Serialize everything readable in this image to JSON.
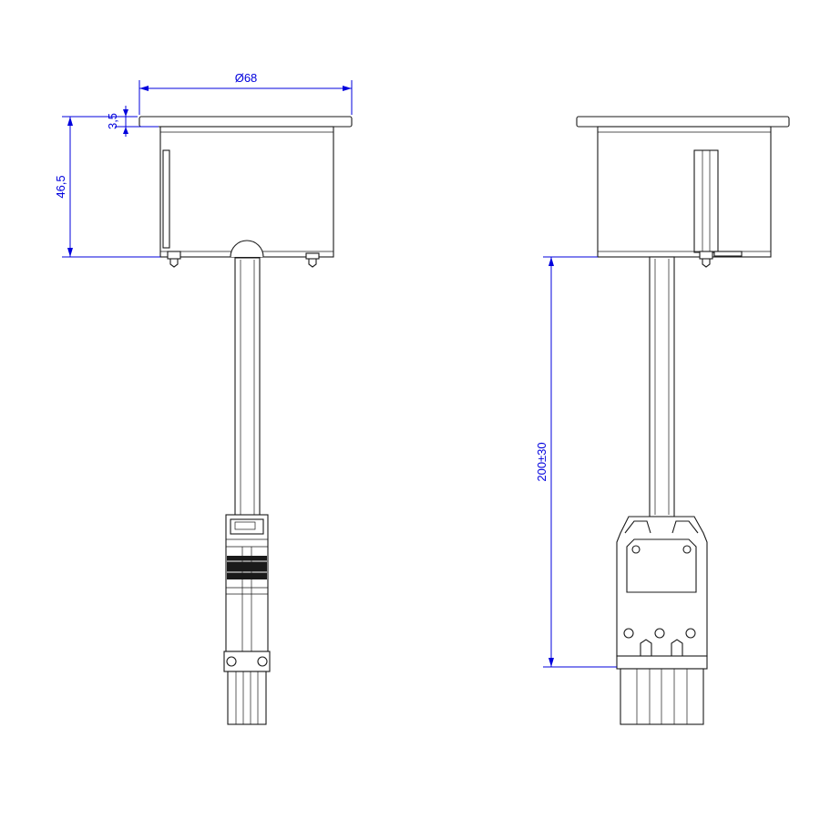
{
  "colors": {
    "dimension": "#0000dd",
    "outline": "#1a1a1a",
    "background": "#ffffff"
  },
  "dimensions": {
    "diameter": "Ø68",
    "flange_thickness": "3,5",
    "body_height": "46,5",
    "cable_length": "200±30"
  }
}
